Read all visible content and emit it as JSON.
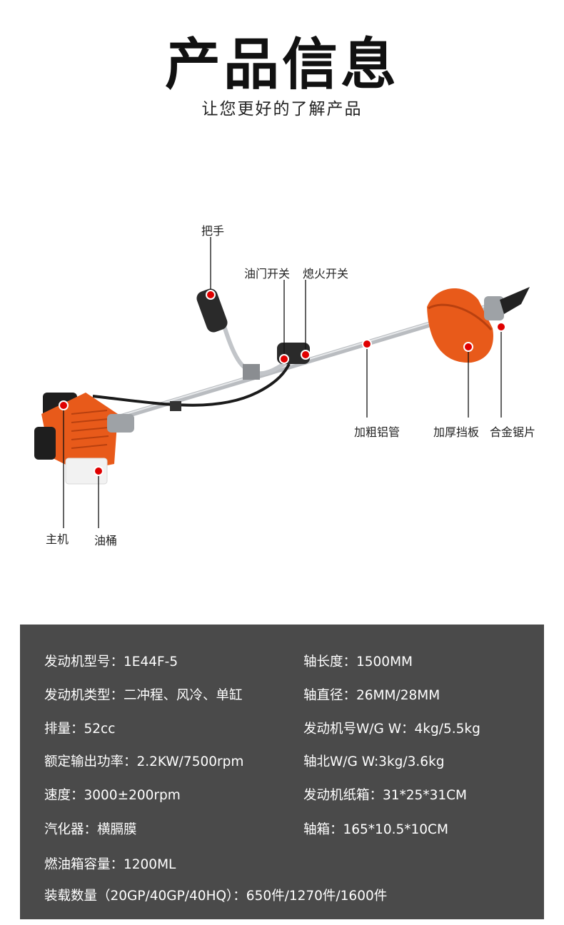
{
  "header": {
    "title": "产品信息",
    "subtitle": "让您更好的了解产品"
  },
  "diagram": {
    "callouts": {
      "handle": "把手",
      "throttle_switch": "油门开关",
      "stop_switch": "熄火开关",
      "thick_tube": "加粗铝管",
      "guard": "加厚挡板",
      "blade": "合金锯片",
      "engine": "主机",
      "fuel_tank": "油桶"
    },
    "colors": {
      "engine_orange": "#e85a1a",
      "marker_red": "#e00000",
      "shaft_gray": "#b9bcc0"
    }
  },
  "specs": {
    "left": [
      "发动机型号：1E44F-5",
      "发动机类型：二冲程、风冷、单缸",
      "排量：52cc",
      "额定输出功率：2.2KW/7500rpm",
      "速度：3000±200rpm",
      "汽化器：横膈膜",
      "燃油箱容量：1200ML"
    ],
    "right": [
      "轴长度：1500MM",
      "轴直径：26MM/28MM",
      "发动机号W/G W：4kg/5.5kg",
      "轴北W/G W:3kg/3.6kg",
      "发动机纸箱：31*25*31CM",
      "轴箱：165*10.5*10CM"
    ],
    "bottom": "装载数量（20GP/40GP/40HQ）：650件/1270件/1600件",
    "panel_color": "#4a4a4a"
  }
}
